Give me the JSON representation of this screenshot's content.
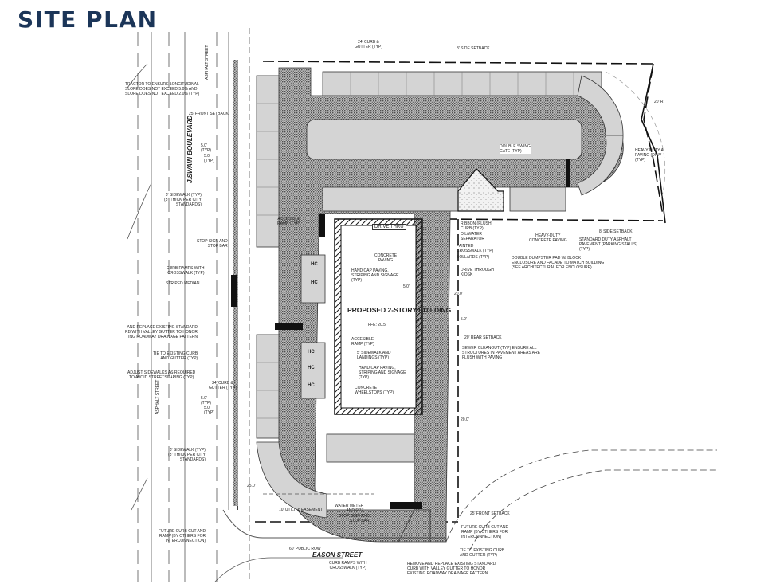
{
  "title": "SITE PLAN",
  "plan": {
    "building": {
      "name": "PROPOSED 2-STORY BUILDING",
      "ffe": "FFE: 20.5'"
    },
    "streets": {
      "eason": "EASON STREET",
      "eason_row": "60' PUBLIC ROW",
      "swain": "J.SWAIN BOULEVARD",
      "asphalt_street": "ASPHALT STREET"
    },
    "drive_thru": "DRIVE THRU",
    "hc_label": "HC",
    "labels": {
      "curb_gutter_top": "24' CURB &\nGUTTER (TYP)",
      "side_setback_top": "8' SIDE SETBACK",
      "contractor_slope": "TRACTOR TO ENSURE LONGITUDINAL\nSLOPE DOES NOT EXCEED 5.0% AND\nSLOPE DOES NOT EXCEED 2.0% (TYP)",
      "front_setback_left": "25' FRONT SETBACK",
      "dim_typ": "5.0'\n(TYP)",
      "sidewalk_top": "5' SIDEWALK (TYP)\n(5\" THICK PER CITY\nSTANDARDS)",
      "accessible_ramp_top": "ACCESIBLE\nRAMP (TYP)",
      "stop_sign_left": "STOP SIGN AND\nSTOP BAR",
      "curb_ramps_left": "CURB RAMPS WITH\nCROSSWALK (TYP)",
      "striped_median": "STRIPED MEDIAN",
      "remove_replace_left": "AND REPLACE EXISTING STANDARD\nRB WITH VALLEY GUTTER TO HONOR\nTING ROADWAY DRAINAGE PATTERN",
      "tie_curb_left": "TIE TO EXISTING CURB\nAND GUTTER (TYP)",
      "adjust_sidewalks": "ADJUST SIDEWALKS AS REQUIRED\nTO AVOID STREETSCAPING (TYP)",
      "curb_gutter_left": "24' CURB &\nGUTTER (TYP)",
      "sidewalk_bottom": "5' SIDEWALK (TYP)\n(5\" THICK PER CITY\nSTANDARDS)",
      "concrete_paving": "CONCRETE\nPAVING",
      "handicap_top": "HANDICAP PAVING,\nSTRIPING AND SIGNAGE\n(TYP)",
      "accessible_ramp_bldg": "ACCESIBLE\nRAMP (TYP)",
      "sidewalk_landings": "5' SIDEWALK AND\nLANDINGS (TYP)",
      "handicap_bottom": "HANDICAP PAVING,\nSTRIPING AND SIGNAGE\n(TYP)",
      "wheelstops": "CONCRETE\nWHEELSTOPS (TYP)",
      "ribbon_curb": "RIBBON (FLUSH)\nCURB (TYP)",
      "oil_water": "OIL/WATER\nSEPARATOR",
      "painted_crosswalk": "PAINTED\nCROSSWALK (TYP)",
      "bollards": "BOLLARDS (TYP)",
      "drive_through_kiosk": "DRIVE THROUGH\nKIOSK",
      "heavy_duty_concrete": "HEAVY-DUTY\nCONCRETE PAVING",
      "standard_asphalt": "STANDARD DUTY ASPHALT\nPAVEMENT (PARKING STALLS)\n(TYP)",
      "dumpster_pad": "DOUBLE DUMPSTER PAD W/ BLOCK\nENCLOSURE AND FACADE TO MATCH BUILDING\n(SEE ARCHITECTURAL FOR ENCLOSURE)",
      "side_setback_right": "8' SIDE SETBACK",
      "double_swing_gate": "DOUBLE SWING\nGATE (TYP)",
      "heavy_duty_drive": "HEAVY DUTY A\nPAVING (DRIV\n(TYP)",
      "radius": "20' R",
      "rear_setback": "20' REAR SETBACK",
      "sewer_cleanout": "SEWER CLEANOUT (TYP) ENSURE ALL\nSTRUCTURES IN PAVEMENT AREAS ARE\nFLUSH WITH PAVING",
      "utility_easement": "10' UTILITY EASEMENT",
      "water_meter": "WATER METER\nAND RPZ",
      "stop_sign_bottom": "STOP SIGN AND\nSTOP BAR",
      "front_setback_bottom": "25' FRONT SETBACK",
      "future_curb_left": "FUTURE CURB CUT AND\nRAMP (BY OTHERS FOR\nINTERCONNECTION)",
      "future_curb_right": "FUTURE CURB CUT AND\nRAMP (BY OTHERS FOR\nINTERCONNECTION)",
      "tie_curb_bottom": "TIE TO EXISTING CURB\nAND GUTTER (TYP)",
      "curb_ramps_bottom": "CURB RAMPS WITH\nCROSSWALK (TYP)",
      "remove_replace_bottom": "REMOVE AND REPLACE EXISTING STANDARD\nCURB WITH VALLEY GUTTER TO HONOR\nEXISTING ROADWAY DRAINAGE PATTERN"
    },
    "dims": {
      "d5": "5.0'",
      "d20": "20.0'",
      "d25": "25.0'"
    }
  },
  "colors": {
    "title": "#1b3558",
    "stall": "#d4d4d4",
    "line": "#111111"
  }
}
